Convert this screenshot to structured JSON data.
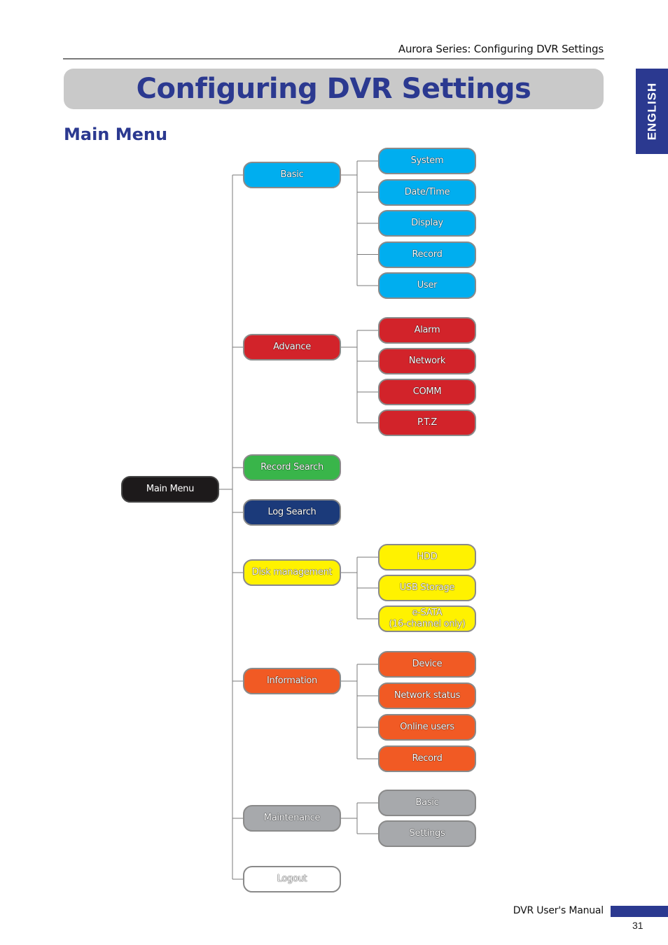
{
  "header": {
    "running_title": "Aurora Series: Configuring DVR Settings"
  },
  "title_banner": {
    "title": "Configuring DVR Settings"
  },
  "side_tab": {
    "label": "ENGLISH"
  },
  "section": {
    "heading": "Main Menu"
  },
  "diagram": {
    "root": {
      "label": "Main Menu",
      "color": "#1d1a1b"
    },
    "colors": {
      "basic": "#00aeef",
      "advance": "#d2232a",
      "record_search": "#39b54a",
      "log_search": "#1b3a7a",
      "disk": "#fff200",
      "information": "#f15a24",
      "maintenance": "#a7a9ac",
      "logout": "#ffffff"
    },
    "categories": [
      {
        "key": "basic",
        "label": "Basic",
        "children": [
          "System",
          "Date/Time",
          "Display",
          "Record",
          "User"
        ]
      },
      {
        "key": "advance",
        "label": "Advance",
        "children": [
          "Alarm",
          "Network",
          "COMM",
          "P.T.Z"
        ]
      },
      {
        "key": "record_search",
        "label": "Record Search",
        "children": []
      },
      {
        "key": "log_search",
        "label": "Log Search",
        "children": []
      },
      {
        "key": "disk",
        "label": "Disk management",
        "children": [
          "HDD",
          "USB Storage",
          "e-SATA\n(16-channel only)"
        ]
      },
      {
        "key": "information",
        "label": "Information",
        "children": [
          "Device",
          "Network status",
          "Online users",
          "Record"
        ]
      },
      {
        "key": "maintenance",
        "label": "Maintenance",
        "children": [
          "Basic",
          "Settings"
        ]
      },
      {
        "key": "logout",
        "label": "Logout",
        "children": []
      }
    ]
  },
  "footer": {
    "manual_title": "DVR User's Manual",
    "page_number": "31"
  }
}
